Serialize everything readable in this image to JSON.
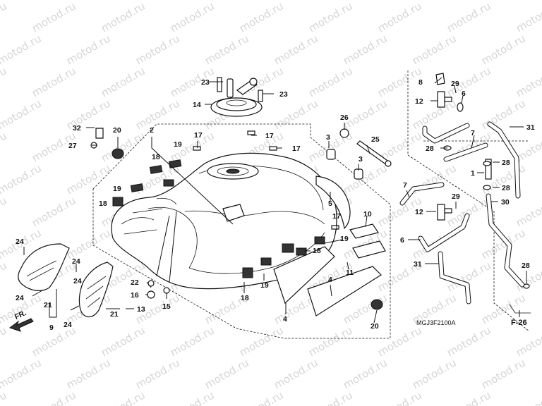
{
  "watermark": {
    "text": "motod.ru"
  },
  "diagram": {
    "drawing_code": "MGJ3F2100A",
    "cross_reference": "F-26",
    "direction_label": "FR.",
    "callouts": [
      {
        "id": "c-23a",
        "text": "23"
      },
      {
        "id": "c-23b",
        "text": "23"
      },
      {
        "id": "c-14",
        "text": "14"
      },
      {
        "id": "c-32",
        "text": "32"
      },
      {
        "id": "c-20a",
        "text": "20"
      },
      {
        "id": "c-2",
        "text": "2"
      },
      {
        "id": "c-27",
        "text": "27"
      },
      {
        "id": "c-17a",
        "text": "17"
      },
      {
        "id": "c-17b",
        "text": "17"
      },
      {
        "id": "c-17c",
        "text": "17"
      },
      {
        "id": "c-18a",
        "text": "18"
      },
      {
        "id": "c-19a",
        "text": "19"
      },
      {
        "id": "c-19b",
        "text": "19"
      },
      {
        "id": "c-18b",
        "text": "18"
      },
      {
        "id": "c-26",
        "text": "26"
      },
      {
        "id": "c-3a",
        "text": "3"
      },
      {
        "id": "c-25",
        "text": "25"
      },
      {
        "id": "c-3b",
        "text": "3"
      },
      {
        "id": "c-5",
        "text": "5"
      },
      {
        "id": "c-17d",
        "text": "17"
      },
      {
        "id": "c-10",
        "text": "10"
      },
      {
        "id": "c-19c",
        "text": "19"
      },
      {
        "id": "c-18c",
        "text": "18"
      },
      {
        "id": "c-11",
        "text": "11"
      },
      {
        "id": "c-4a",
        "text": "4"
      },
      {
        "id": "c-4b",
        "text": "4"
      },
      {
        "id": "c-19d",
        "text": "19"
      },
      {
        "id": "c-18d",
        "text": "18"
      },
      {
        "id": "c-20b",
        "text": "20"
      },
      {
        "id": "c-22",
        "text": "22"
      },
      {
        "id": "c-16",
        "text": "16"
      },
      {
        "id": "c-15",
        "text": "15"
      },
      {
        "id": "c-13",
        "text": "13"
      },
      {
        "id": "c-21a",
        "text": "21"
      },
      {
        "id": "c-21b",
        "text": "21"
      },
      {
        "id": "c-24a",
        "text": "24"
      },
      {
        "id": "c-24b",
        "text": "24"
      },
      {
        "id": "c-24c",
        "text": "24"
      },
      {
        "id": "c-24d",
        "text": "24"
      },
      {
        "id": "c-24e",
        "text": "24"
      },
      {
        "id": "c-9",
        "text": "9"
      },
      {
        "id": "c-8",
        "text": "8"
      },
      {
        "id": "c-29a",
        "text": "29"
      },
      {
        "id": "c-12a",
        "text": "12"
      },
      {
        "id": "c-6a",
        "text": "6"
      },
      {
        "id": "c-31a",
        "text": "31"
      },
      {
        "id": "c-7a",
        "text": "7"
      },
      {
        "id": "c-28a",
        "text": "28"
      },
      {
        "id": "c-28b",
        "text": "28"
      },
      {
        "id": "c-1",
        "text": "1"
      },
      {
        "id": "c-28c",
        "text": "28"
      },
      {
        "id": "c-7b",
        "text": "7"
      },
      {
        "id": "c-29b",
        "text": "29"
      },
      {
        "id": "c-30",
        "text": "30"
      },
      {
        "id": "c-12b",
        "text": "12"
      },
      {
        "id": "c-6b",
        "text": "6"
      },
      {
        "id": "c-31b",
        "text": "31"
      },
      {
        "id": "c-28d",
        "text": "28"
      }
    ]
  }
}
